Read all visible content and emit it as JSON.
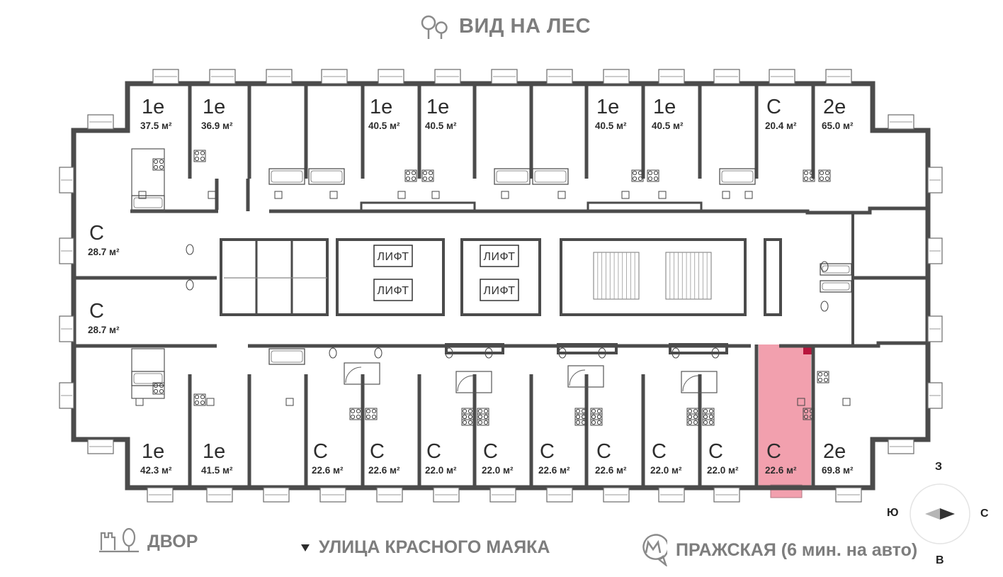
{
  "header": {
    "title": "ВИД НА ЛЕС",
    "icon": "trees-icon"
  },
  "colors": {
    "wall": "#4b4b4b",
    "highlight": "#f2a0ae",
    "accent_highlight": "#b8163d",
    "muted_text": "#7d7d7d"
  },
  "top_units": [
    {
      "type": "1е",
      "area": "37.5 м²"
    },
    {
      "type": "1е",
      "area": "36.9 м²"
    },
    {
      "type": "",
      "area": ""
    },
    {
      "type": "",
      "area": ""
    },
    {
      "type": "1е",
      "area": "40.5 м²"
    },
    {
      "type": "1е",
      "area": "40.5 м²"
    },
    {
      "type": "",
      "area": ""
    },
    {
      "type": "",
      "area": ""
    },
    {
      "type": "1е",
      "area": "40.5 м²"
    },
    {
      "type": "1е",
      "area": "40.5 м²"
    },
    {
      "type": "",
      "area": ""
    },
    {
      "type": "С",
      "area": "20.4 м²"
    },
    {
      "type": "2е",
      "area": "65.0 м²"
    }
  ],
  "left_units": [
    {
      "type": "С",
      "area": "28.7 м²"
    },
    {
      "type": "С",
      "area": "28.7 м²"
    }
  ],
  "bottom_units": [
    {
      "type": "1е",
      "area": "42.3 м²",
      "selected": false
    },
    {
      "type": "1е",
      "area": "41.5 м²",
      "selected": false
    },
    {
      "type": "",
      "area": "",
      "selected": false
    },
    {
      "type": "С",
      "area": "22.6 м²",
      "selected": false
    },
    {
      "type": "С",
      "area": "22.6 м²",
      "selected": false
    },
    {
      "type": "С",
      "area": "22.0 м²",
      "selected": false
    },
    {
      "type": "С",
      "area": "22.0 м²",
      "selected": false
    },
    {
      "type": "С",
      "area": "22.6 м²",
      "selected": false
    },
    {
      "type": "С",
      "area": "22.6 м²",
      "selected": false
    },
    {
      "type": "С",
      "area": "22.0 м²",
      "selected": false
    },
    {
      "type": "С",
      "area": "22.0 м²",
      "selected": false
    },
    {
      "type": "С",
      "area": "22.6 м²",
      "selected": true
    },
    {
      "type": "2е",
      "area": "69.8 м²",
      "selected": false
    }
  ],
  "lifts": [
    "ЛИФТ",
    "ЛИФТ",
    "ЛИФТ",
    "ЛИФТ"
  ],
  "footer": {
    "yard": {
      "label": "ДВОР",
      "icon": "yard-icon"
    },
    "street": {
      "label": "УЛИЦА КРАСНОГО МАЯКА",
      "icon": "triangle-down-icon"
    },
    "metro": {
      "label": "ПРАЖСКАЯ (6 мин. на авто)",
      "icon": "metro-icon"
    }
  },
  "compass": {
    "north": "З",
    "south": "В",
    "west": "Ю",
    "east": "С",
    "icon": "compass-icon"
  }
}
